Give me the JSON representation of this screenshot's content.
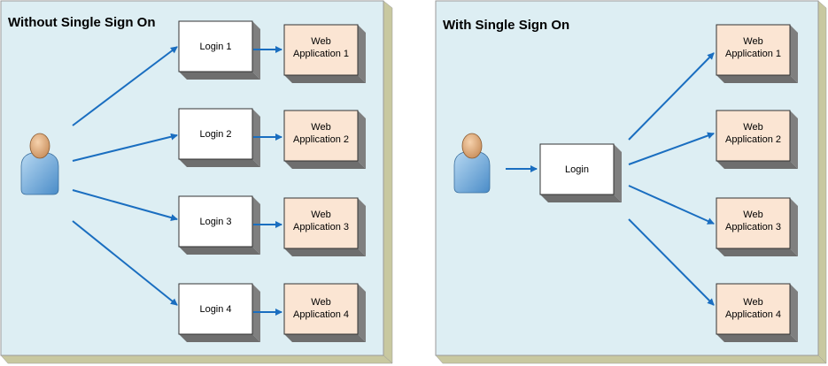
{
  "left_panel": {
    "title": "Without Single Sign On",
    "logins": [
      "Login 1",
      "Login 2",
      "Login 3",
      "Login 4"
    ],
    "apps": [
      {
        "line1": "Web",
        "line2": "Application 1"
      },
      {
        "line1": "Web",
        "line2": "Application 2"
      },
      {
        "line1": "Web",
        "line2": "Application 3"
      },
      {
        "line1": "Web",
        "line2": "Application 4"
      }
    ]
  },
  "right_panel": {
    "title": "With Single Sign On",
    "login": "Login",
    "apps": [
      {
        "line1": "Web",
        "line2": "Application 1"
      },
      {
        "line1": "Web",
        "line2": "Application 2"
      },
      {
        "line1": "Web",
        "line2": "Application 3"
      },
      {
        "line1": "Web",
        "line2": "Application 4"
      }
    ]
  },
  "colors": {
    "panel_fill": "#ddeef3",
    "panel_edge_side": "#c8c8a0",
    "login_fill": "#ffffff",
    "app_fill": "#fbe5d3",
    "box_depth": "#7a7a7a",
    "arrow": "#1a6ec0"
  },
  "icons": {
    "user": "user-icon"
  }
}
